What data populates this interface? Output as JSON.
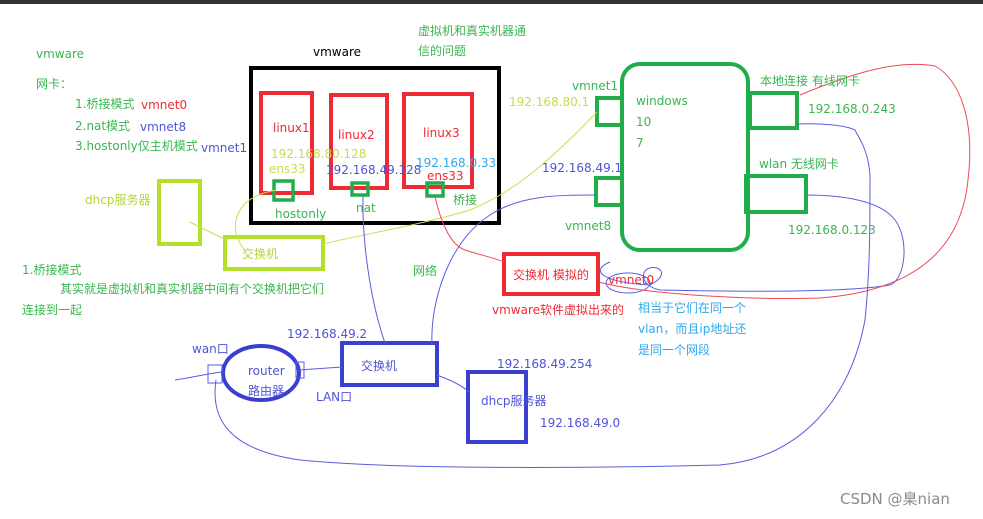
{
  "legend": {
    "title": "vmware",
    "nic_label": "网卡：",
    "modes": [
      {
        "label": "1.桥接模式",
        "net": "vmnet0"
      },
      {
        "label": "2.nat模式",
        "net": "vmnet8"
      },
      {
        "label": "3.hostonly仅主机模式",
        "net": "vmnet1"
      }
    ]
  },
  "question": [
    "虚拟机和真实机器通",
    "信的问题"
  ],
  "vmware_box": {
    "title": "vmware",
    "vms": [
      {
        "name": "linux1",
        "ip": "192.168.80.128",
        "iface": "ens33",
        "mode": "hostonly"
      },
      {
        "name": "linux2",
        "ip": "192.168.49.128",
        "iface": "",
        "mode": "nat"
      },
      {
        "name": "linux3",
        "ip": "192.168.0.33",
        "iface": "ens33",
        "mode": "桥接"
      }
    ]
  },
  "host": {
    "os": [
      "windows",
      "10",
      "7"
    ],
    "vmnet1": {
      "label": "vmnet1",
      "ip": "192.168.80.1"
    },
    "vmnet8": {
      "label": "vmnet8",
      "ip": "192.168.49.1"
    },
    "wired": {
      "label": "本地连接  有线网卡",
      "ip": "192.168.0.243"
    },
    "wlan": {
      "label": "wlan 无线网卡",
      "ip": "192.168.0.123"
    }
  },
  "hostonly_net": {
    "dhcp_label": "dhcp服务器",
    "switch_label": "交换机"
  },
  "bridge_note": {
    "title": "1.桥接模式",
    "lines": [
      "其实就是虚拟机和真实机器中间有个交换机把它们",
      "连接到一起"
    ]
  },
  "network_label": "网络",
  "virtual_switch": {
    "label": "交换机 模拟的",
    "note": "vmware软件虚拟出来的",
    "vmnet0": "vmnet0"
  },
  "vlan_note": [
    "相当于它们在同一个",
    "vlan，而且ip地址还",
    "是同一个网段"
  ],
  "nat_net": {
    "router": [
      "router",
      "路由器"
    ],
    "wan": "wan口",
    "lan": "LAN口",
    "gateway_ip": "192.168.49.2",
    "switch_label": "交换机",
    "dhcp_ip": "192.168.49.254",
    "dhcp_label": "dhcp服务器",
    "subnet": "192.168.49.0"
  },
  "watermark": "CSDN @臬nian",
  "colors": {
    "green": "#3cb551",
    "lime": "#b5d63a",
    "red": "#ee2a33",
    "blue": "#5052d6",
    "cyan": "#2fa8e8",
    "black": "#000000"
  }
}
